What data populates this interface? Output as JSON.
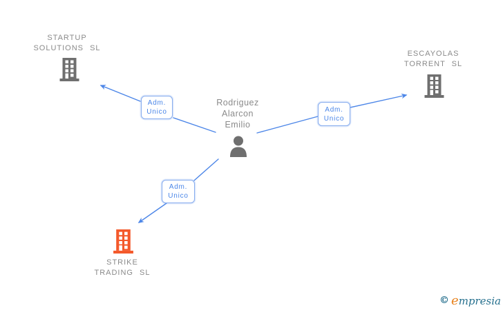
{
  "diagram": {
    "person": {
      "lines": [
        "Rodriguez",
        "Alarcon",
        "Emilio"
      ]
    },
    "companies": {
      "startup": {
        "lines": [
          "STARTUP",
          "SOLUTIONS SL"
        ]
      },
      "escayolas": {
        "lines": [
          "ESCAYOLAS",
          "TORRENT SL"
        ]
      },
      "strike": {
        "lines": [
          "STRIKE",
          "TRADING SL"
        ]
      }
    },
    "edge_labels": {
      "to_startup": {
        "lines": [
          "Adm.",
          "Unico"
        ]
      },
      "to_escayolas": {
        "lines": [
          "Adm.",
          "Unico"
        ]
      },
      "to_strike": {
        "lines": [
          "Adm.",
          "Unico"
        ]
      }
    }
  },
  "colors": {
    "edge_blue": "#4C86E8",
    "box_border": "#85ABEE",
    "label_text": "#4A86E8",
    "node_text_gray": "#8A8A8A",
    "icon_gray": "#6F6F6F",
    "icon_orange": "#F4592B",
    "logo_teal": "#26708E",
    "logo_orange": "#E8821E"
  },
  "logo": {
    "copyright": "©",
    "brand_initial": "e",
    "brand_rest": "mpresia"
  }
}
